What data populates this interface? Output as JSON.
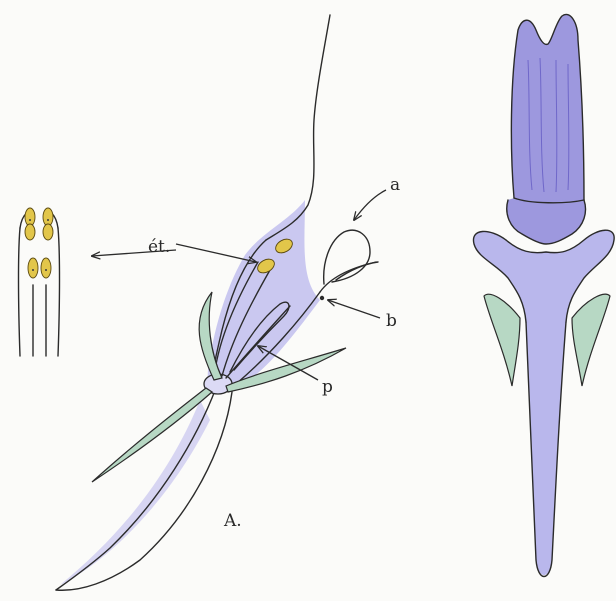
{
  "labels": {
    "stamens": "ét.",
    "a": "a",
    "b": "b",
    "p": "p",
    "figure": "A."
  },
  "colors": {
    "paper": "#fbfbf9",
    "petal_violet": "#b9b7ec",
    "petal_violet_dark": "#9d98de",
    "sepal_green": "#b7d8c4",
    "anther_yellow": "#e2c64a",
    "ink": "#2b2b2b"
  },
  "icons": {
    "stamen_detail": "stamen-detail-icon",
    "flower_section": "flower-section-icon",
    "whole_flower": "whole-flower-icon"
  }
}
